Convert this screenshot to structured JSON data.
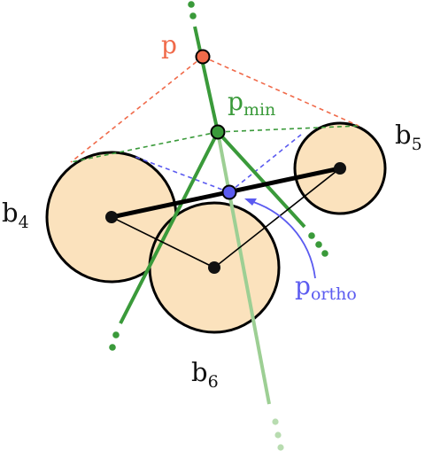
{
  "labels": {
    "p": "p",
    "p_min": {
      "base": "p",
      "sub": "min"
    },
    "p_ortho": {
      "base": "p",
      "sub": "ortho"
    },
    "b4": {
      "base": "b",
      "sub": "4"
    },
    "b5": {
      "base": "b",
      "sub": "5"
    },
    "b6": {
      "base": "b",
      "sub": "6"
    }
  },
  "colors": {
    "p": "#f06a4a",
    "p_min": "#3a9a3a",
    "p_ortho": "#5b5bf0",
    "ball_fill": "#fbe2bd",
    "line_green": "#3a9a3a",
    "line_green_light": "#9dcf94",
    "text": "#111111"
  }
}
